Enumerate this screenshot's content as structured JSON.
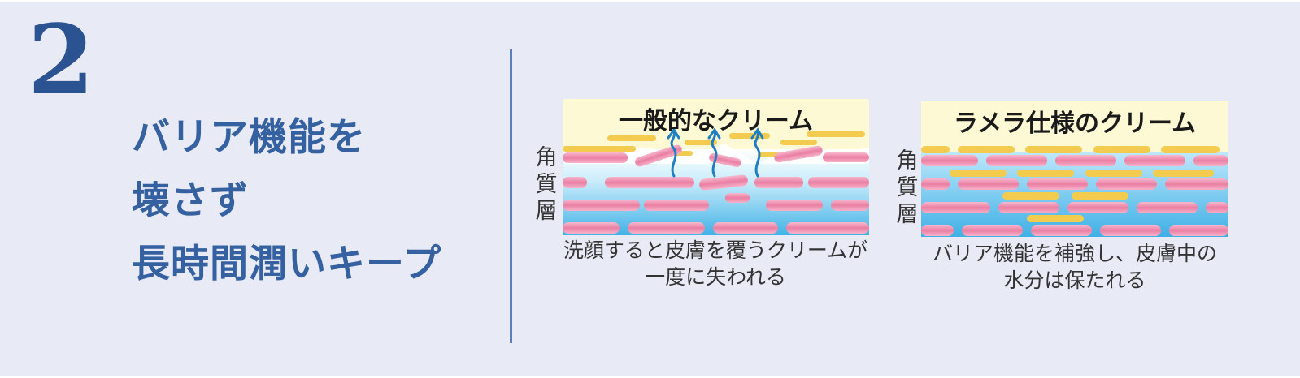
{
  "step": {
    "number": "2"
  },
  "headline": {
    "lines": [
      "バリア機能を",
      "壊さず",
      "長時間潤いキープ"
    ]
  },
  "colors": {
    "panel_bg": "#e8ebf6",
    "accent": "#2b5291",
    "divider": "#5b7fbd",
    "cream": "#fdf9d4",
    "lipid": "#f3cc4f",
    "cell": "#ee94b2",
    "water": "#4fb7e8",
    "vapor_arrow": "#1f7fc0"
  },
  "diagram_left": {
    "title": "一般的なクリーム",
    "layer_label": [
      "角",
      "質",
      "層"
    ],
    "caption": [
      "洗顔すると皮膚を覆うクリームが",
      "一度に失われる"
    ],
    "vapor_icon": "evaporation-arrow-icon"
  },
  "diagram_right": {
    "title": "ラメラ仕様のクリーム",
    "layer_label": [
      "角",
      "質",
      "層"
    ],
    "caption": [
      "バリア機能を補強し、皮膚中の",
      "水分は保たれる"
    ]
  }
}
